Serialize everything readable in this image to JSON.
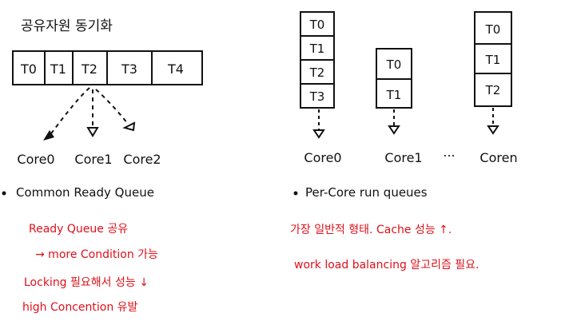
{
  "title": "공유자원 동기화",
  "left": {
    "queue_tasks": [
      "T0",
      "T1",
      "T2",
      "T3",
      "T4"
    ],
    "cores": [
      "Core0",
      "Core1",
      "Core2"
    ],
    "heading": "Common Ready Queue",
    "notes": [
      "Ready Queue 공유",
      "→ more Condition 가능",
      "Locking 필요해서 성능 ↓",
      "high Concention 유발"
    ]
  },
  "right": {
    "queues": [
      [
        "T0",
        "T1",
        "T2",
        "T3"
      ],
      [
        "T0",
        "T1"
      ],
      [
        "T0",
        "T1",
        "T2"
      ]
    ],
    "cores": [
      "Core0",
      "Core1",
      "Coren"
    ],
    "ellipsis": "...",
    "heading": "Per-Core run queues",
    "notes": [
      "가장 일반적 형태. Cache 성능 ↑.",
      "work load balancing 알고리즘 필요."
    ]
  },
  "colors": {
    "ink": "#111111",
    "accent": "#e0101a"
  }
}
